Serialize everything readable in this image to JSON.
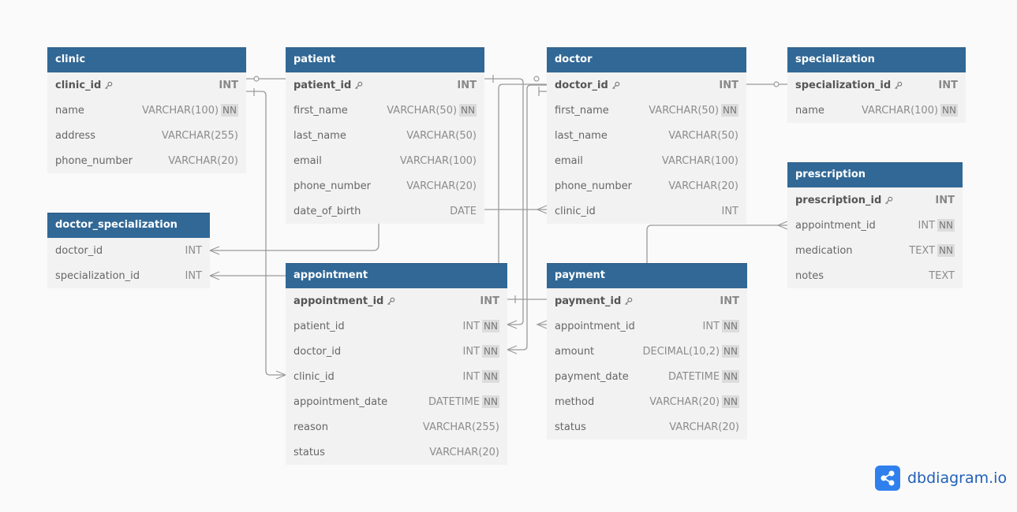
{
  "tables": [
    {
      "id": "clinic",
      "title": "clinic",
      "fields": [
        {
          "name": "clinic_id",
          "type": "INT",
          "pk": true
        },
        {
          "name": "name",
          "type": "VARCHAR(100)",
          "nn": "NN"
        },
        {
          "name": "address",
          "type": "VARCHAR(255)"
        },
        {
          "name": "phone_number",
          "type": "VARCHAR(20)"
        }
      ]
    },
    {
      "id": "patient",
      "title": "patient",
      "fields": [
        {
          "name": "patient_id",
          "type": "INT",
          "pk": true
        },
        {
          "name": "first_name",
          "type": "VARCHAR(50)",
          "nn": "NN"
        },
        {
          "name": "last_name",
          "type": "VARCHAR(50)"
        },
        {
          "name": "email",
          "type": "VARCHAR(100)"
        },
        {
          "name": "phone_number",
          "type": "VARCHAR(20)"
        },
        {
          "name": "date_of_birth",
          "type": "DATE"
        }
      ]
    },
    {
      "id": "doctor",
      "title": "doctor",
      "fields": [
        {
          "name": "doctor_id",
          "type": "INT",
          "pk": true
        },
        {
          "name": "first_name",
          "type": "VARCHAR(50)",
          "nn": "NN"
        },
        {
          "name": "last_name",
          "type": "VARCHAR(50)"
        },
        {
          "name": "email",
          "type": "VARCHAR(100)"
        },
        {
          "name": "phone_number",
          "type": "VARCHAR(20)"
        },
        {
          "name": "clinic_id",
          "type": "INT"
        }
      ]
    },
    {
      "id": "specialization",
      "title": "specialization",
      "fields": [
        {
          "name": "specialization_id",
          "type": "INT",
          "pk": true
        },
        {
          "name": "name",
          "type": "VARCHAR(100)",
          "nn": "NN"
        }
      ]
    },
    {
      "id": "prescription",
      "title": "prescription",
      "fields": [
        {
          "name": "prescription_id",
          "type": "INT",
          "pk": true
        },
        {
          "name": "appointment_id",
          "type": "INT",
          "nn": "NN"
        },
        {
          "name": "medication",
          "type": "TEXT",
          "nn": "NN"
        },
        {
          "name": "notes",
          "type": "TEXT"
        }
      ]
    },
    {
      "id": "doctor_specialization",
      "title": "doctor_specialization",
      "fields": [
        {
          "name": "doctor_id",
          "type": "INT"
        },
        {
          "name": "specialization_id",
          "type": "INT"
        }
      ]
    },
    {
      "id": "appointment",
      "title": "appointment",
      "fields": [
        {
          "name": "appointment_id",
          "type": "INT",
          "pk": true
        },
        {
          "name": "patient_id",
          "type": "INT",
          "nn": "NN"
        },
        {
          "name": "doctor_id",
          "type": "INT",
          "nn": "NN"
        },
        {
          "name": "clinic_id",
          "type": "INT",
          "nn": "NN"
        },
        {
          "name": "appointment_date",
          "type": "DATETIME",
          "nn": "NN"
        },
        {
          "name": "reason",
          "type": "VARCHAR(255)"
        },
        {
          "name": "status",
          "type": "VARCHAR(20)"
        }
      ]
    },
    {
      "id": "payment",
      "title": "payment",
      "fields": [
        {
          "name": "payment_id",
          "type": "INT",
          "pk": true
        },
        {
          "name": "appointment_id",
          "type": "INT",
          "nn": "NN"
        },
        {
          "name": "amount",
          "type": "DECIMAL(10,2)",
          "nn": "NN"
        },
        {
          "name": "payment_date",
          "type": "DATETIME",
          "nn": "NN"
        },
        {
          "name": "method",
          "type": "VARCHAR(20)",
          "nn": "NN"
        },
        {
          "name": "status",
          "type": "VARCHAR(20)"
        }
      ]
    }
  ],
  "logo": {
    "text": "dbdiagram.io",
    "icon": "share-nodes-icon"
  },
  "colors": {
    "header": "#316896",
    "body": "#f2f2f2",
    "line": "#9a9a9a",
    "logo": "#2f80ed"
  }
}
